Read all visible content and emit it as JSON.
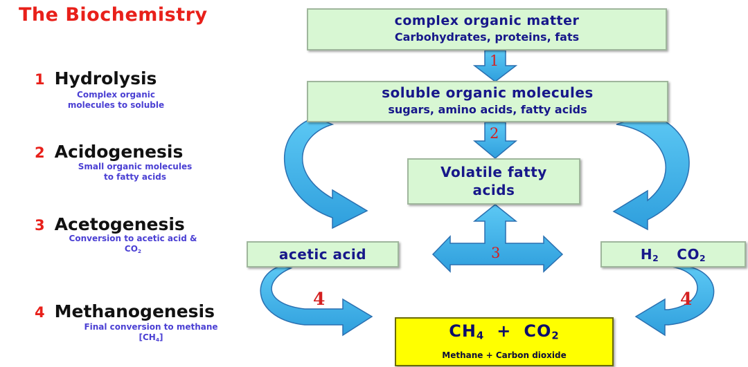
{
  "title": "The Biochemistry",
  "steps": [
    {
      "num": "1",
      "name": "Hydrolysis",
      "desc": [
        "Complex organic",
        "molecules to soluble"
      ]
    },
    {
      "num": "2",
      "name": "Acidogenesis",
      "desc": [
        "Small organic molecules",
        "to fatty acids"
      ]
    },
    {
      "num": "3",
      "name": "Acetogenesis",
      "desc": [
        "Conversion to acetic acid &",
        "CO",
        "2"
      ]
    },
    {
      "num": "4",
      "name": "Methanogenesis",
      "desc": [
        "Final conversion to methane",
        "[CH",
        "4",
        "]"
      ]
    }
  ],
  "boxes": {
    "complex": {
      "line1": "complex organic matter",
      "line2": "Carbohydrates, proteins, fats"
    },
    "soluble": {
      "line1": "soluble organic molecules",
      "line2": "sugars, amino acids, fatty acids"
    },
    "vfa": {
      "line1": "Volatile fatty",
      "line2": "acids"
    },
    "acetic": {
      "label": "acetic acid"
    },
    "h2co2": {
      "h": "H",
      "h_sub": "2",
      "co": "CO",
      "co_sub": "2"
    },
    "product": {
      "ch": "CH",
      "ch_sub": "4",
      "plus": "+",
      "co": "CO",
      "co_sub": "2",
      "caption": "Methane + Carbon dioxide"
    }
  },
  "arrow_labels": {
    "a1": "1",
    "a2": "2",
    "a3": "3",
    "a4_left": "4",
    "a4_right": "4"
  },
  "colors": {
    "arrow_fill": "#3fb4ec",
    "arrow_stroke": "#2a6fb0",
    "box_fill": "#d8f7d3",
    "product_fill": "#ffff00",
    "title": "#e8201a"
  }
}
